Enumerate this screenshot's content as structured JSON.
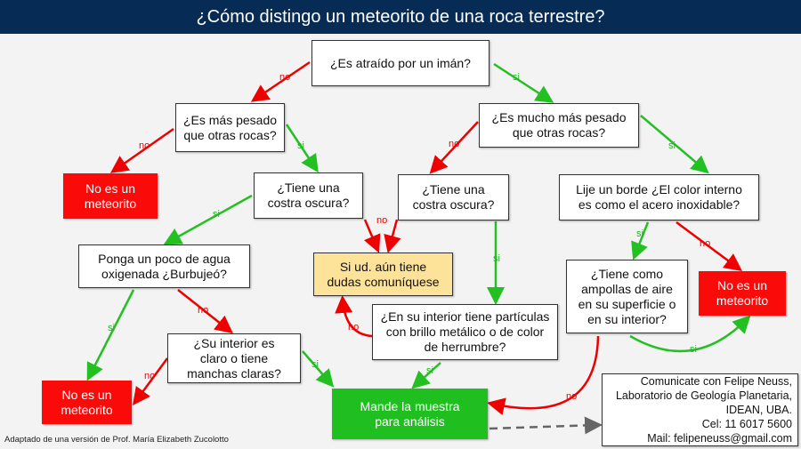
{
  "title": "¿Cómo distingo un meteorito de una roca terrestre?",
  "nodes": {
    "iman": "¿Es atraído por un imán?",
    "mas_pesado": "¿Es más pesado\nque otras rocas?",
    "mucho_mas_pesado": "¿Es mucho más pesado\nque otras rocas?",
    "no_meteorito_1": "No es un\nmeteorito",
    "costra_1": "¿Tiene una\ncostra oscura?",
    "costra_2": "¿Tiene una\ncostra oscura?",
    "lije": "Lije un borde ¿El color interno\nes como el acero inoxidable?",
    "agua": "Ponga un poco de agua\noxigenada ¿Burbujeó?",
    "dudas": "Si ud. aún tiene\ndudas comuníquese",
    "ampollas": "¿Tiene como\nampollas de aire\nen su superficie o\nen su interior?",
    "no_meteorito_2": "No es un\nmeteorito",
    "particulas": "¿En su interior tiene partículas\ncon brillo metálico o de color\nde herrumbre?",
    "interior_claro": "¿Su interior es\nclaro o tiene\nmanchas claras?",
    "no_meteorito_3": "No es un\nmeteorito",
    "mande": "Mande la muestra\npara análisis",
    "contact": "Comunicate con Felipe Neuss,\nLaboratorio de Geología Planetaria,\nIDEAN, UBA.\nCel: 11 6017 5600\nMail: felipeneuss@gmail.com"
  },
  "labels": {
    "no": "no",
    "si": "si"
  },
  "footer": "Adaptado de una versión de Prof. María Elizabeth Zucolotto",
  "colors": {
    "title_bg": "#062b55",
    "no": "#e00000",
    "si": "#22c020",
    "red_box": "#fb0a0a",
    "green_box": "#1fbf1f",
    "yellow_box": "#fde29a"
  }
}
